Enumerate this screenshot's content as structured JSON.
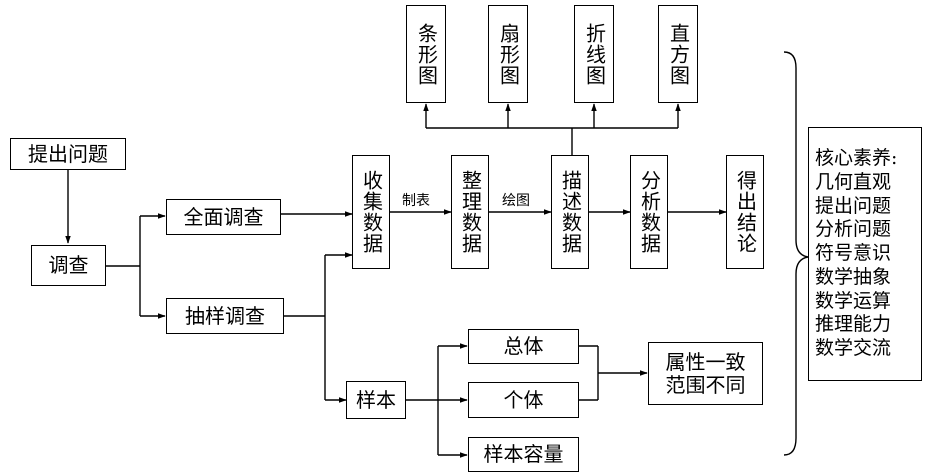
{
  "nodes": {
    "propose": "提出问题",
    "survey": "调查",
    "full_survey": "全面调查",
    "sample_survey": "抽样调查",
    "collect": "收集数据",
    "organize": "整理数据",
    "describe": "描述数据",
    "analyze": "分析数据",
    "conclude": "得出结论",
    "bar_chart": "条形图",
    "pie_chart": "扇形图",
    "line_chart": "折线图",
    "histogram": "直方图",
    "sample": "样本",
    "population": "总体",
    "individual": "个体",
    "sample_size": "样本容量",
    "attr_line1": "属性一致",
    "attr_line2": "范围不同"
  },
  "edge_labels": {
    "tabulate": "制表",
    "plot": "绘图"
  },
  "core_literacy": {
    "title": "核心素养:",
    "items": [
      "几何直观",
      "提出问题",
      "分析问题",
      "符号意识",
      "数学抽象",
      "数学运算",
      "推理能力",
      "数学交流"
    ]
  }
}
